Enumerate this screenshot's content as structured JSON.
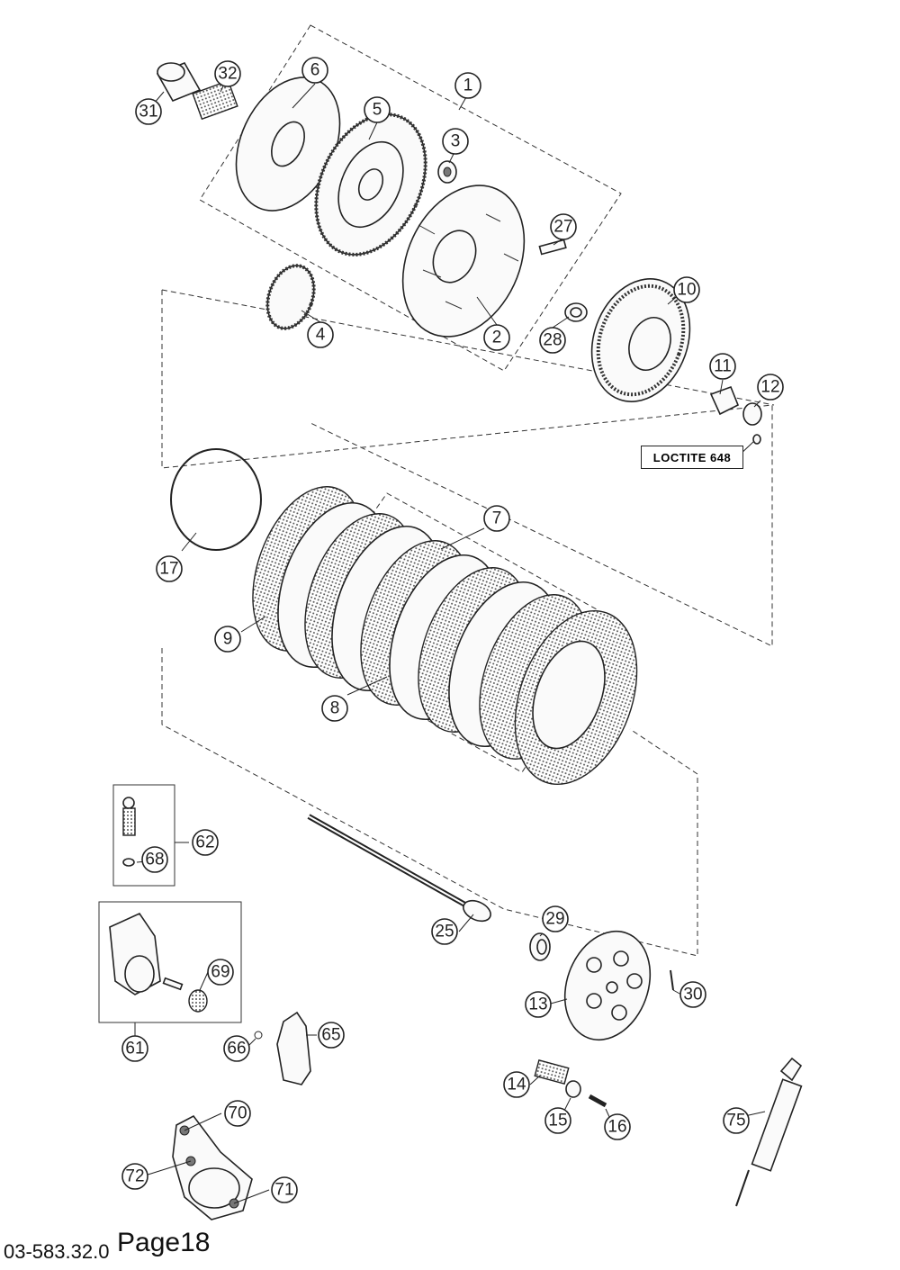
{
  "callouts": [
    {
      "id": "c1",
      "label": "1"
    },
    {
      "id": "c2",
      "label": "2"
    },
    {
      "id": "c3",
      "label": "3"
    },
    {
      "id": "c4",
      "label": "4"
    },
    {
      "id": "c5",
      "label": "5"
    },
    {
      "id": "c6",
      "label": "6"
    },
    {
      "id": "c7",
      "label": "7"
    },
    {
      "id": "c8",
      "label": "8"
    },
    {
      "id": "c9",
      "label": "9"
    },
    {
      "id": "c10",
      "label": "10"
    },
    {
      "id": "c11",
      "label": "11"
    },
    {
      "id": "c12",
      "label": "12"
    },
    {
      "id": "c13",
      "label": "13"
    },
    {
      "id": "c14",
      "label": "14"
    },
    {
      "id": "c15",
      "label": "15"
    },
    {
      "id": "c16",
      "label": "16"
    },
    {
      "id": "c17",
      "label": "17"
    },
    {
      "id": "c25",
      "label": "25"
    },
    {
      "id": "c27",
      "label": "27"
    },
    {
      "id": "c28",
      "label": "28"
    },
    {
      "id": "c29",
      "label": "29"
    },
    {
      "id": "c30",
      "label": "30"
    },
    {
      "id": "c31",
      "label": "31"
    },
    {
      "id": "c32",
      "label": "32"
    },
    {
      "id": "c61",
      "label": "61"
    },
    {
      "id": "c62",
      "label": "62"
    },
    {
      "id": "c65",
      "label": "65"
    },
    {
      "id": "c66",
      "label": "66"
    },
    {
      "id": "c68",
      "label": "68"
    },
    {
      "id": "c69",
      "label": "69"
    },
    {
      "id": "c70",
      "label": "70"
    },
    {
      "id": "c71",
      "label": "71"
    },
    {
      "id": "c72",
      "label": "72"
    },
    {
      "id": "c75",
      "label": "75"
    }
  ],
  "note_label": "LOCTITE 648",
  "doc_code": "03-583.32.0",
  "page_label": "Page18"
}
